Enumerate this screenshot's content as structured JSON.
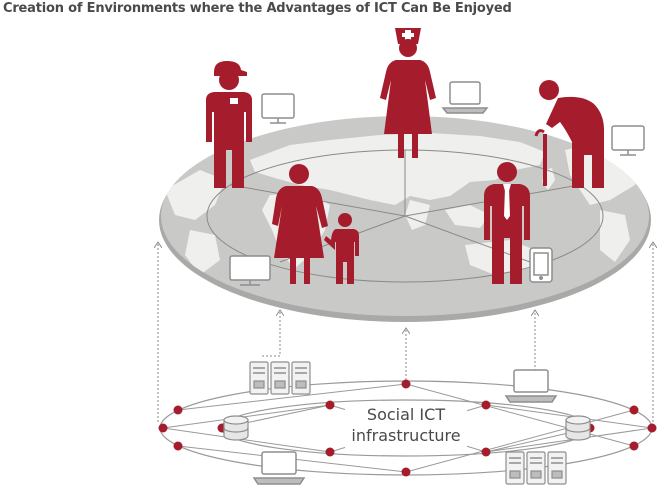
{
  "title": "Creation of Environments where the Advantages of ICT Can Be Enjoyed",
  "infrastructure_label_line1": "Social ICT",
  "infrastructure_label_line2": "infrastructure",
  "colors": {
    "accent": "#a51d2d",
    "globe": "#c9c9c7",
    "land": "#efefee",
    "network_line": "#9a9a9a",
    "device": "#8e8e8e"
  },
  "people": [
    {
      "role": "worker",
      "icon": "worker-icon",
      "device": "monitor-icon"
    },
    {
      "role": "nurse",
      "icon": "nurse-icon",
      "device": "laptop-icon"
    },
    {
      "role": "elderly",
      "icon": "elderly-icon",
      "device": "monitor-icon"
    },
    {
      "role": "mother",
      "icon": "mother-icon",
      "device": "monitor-icon"
    },
    {
      "role": "child",
      "icon": "child-icon",
      "device": "none"
    },
    {
      "role": "businessman",
      "icon": "businessman-icon",
      "device": "tablet-icon"
    }
  ],
  "network_devices": [
    "server-rack-icon",
    "laptop-icon",
    "database-icon",
    "database-icon",
    "laptop-icon",
    "server-rack-icon"
  ]
}
